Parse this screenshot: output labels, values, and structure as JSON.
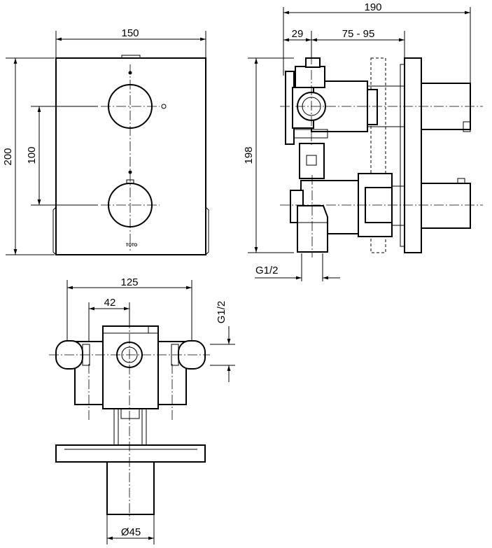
{
  "front_view": {
    "width_label": "150",
    "height_label": "200",
    "spacing_label": "100",
    "logo": "TOTO"
  },
  "side_view": {
    "overall_depth_label": "190",
    "offset_label": "29",
    "range_label": "75 - 95",
    "height_label": "198",
    "thread_label": "G1/2"
  },
  "top_view": {
    "width_label": "125",
    "center_label": "42",
    "thread_label": "G1/2",
    "diameter_label": "Ø45"
  }
}
